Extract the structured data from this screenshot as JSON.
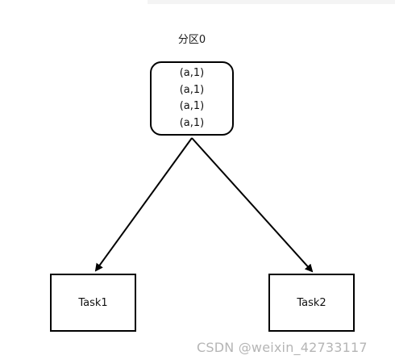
{
  "diagram": {
    "partition": {
      "label": "分区0",
      "records": [
        "(a,1)",
        "(a,1)",
        "(a,1)",
        "(a,1)"
      ]
    },
    "tasks": [
      {
        "label": "Task1"
      },
      {
        "label": "Task2"
      }
    ]
  },
  "watermark": "CSDN @weixin_42733117"
}
